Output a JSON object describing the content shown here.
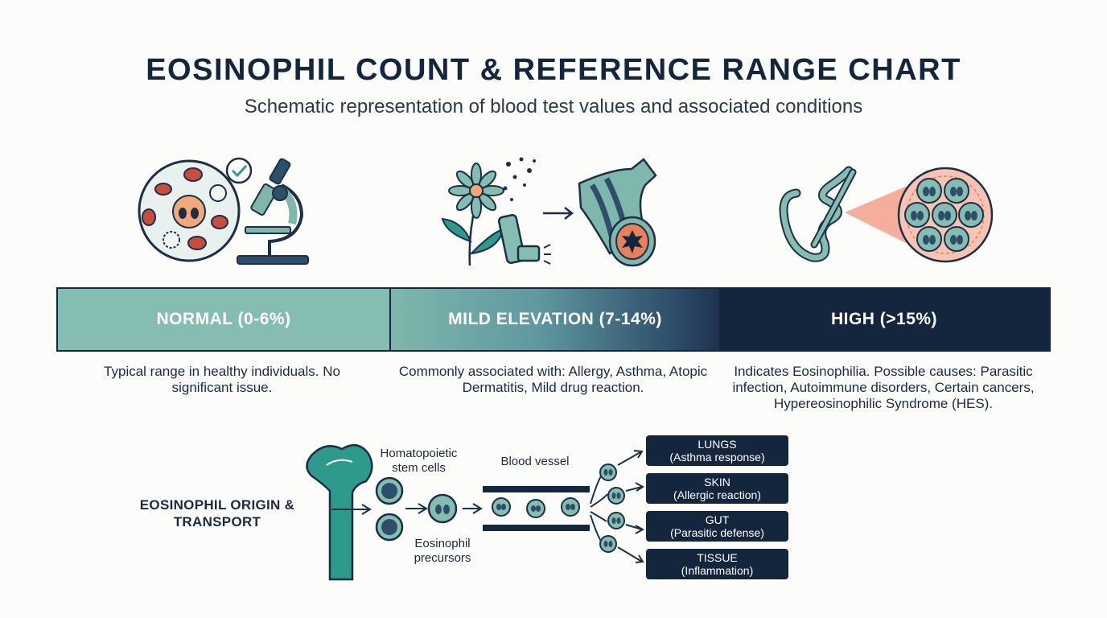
{
  "header": {
    "title": "EOSINOPHIL COUNT & REFERENCE RANGE CHART",
    "subtitle": "Schematic representation of blood test values and associated conditions"
  },
  "icons": [
    "blood-smear-icon",
    "microscope-icon",
    "checkmark-icon",
    "flower-icon",
    "inhaler-icon",
    "arrow-icon",
    "airway-icon",
    "parasitic-worm-icon",
    "eosinophil-cluster-icon",
    "bone-icon",
    "stem-cell-icon",
    "eosinophil-icon"
  ],
  "colors": {
    "normal": "#86bdb2",
    "high": "#13263d",
    "teal": "#2e9a8c",
    "blood_red": "#c94d3e"
  },
  "ranges": [
    {
      "label": "NORMAL (0-6%)",
      "description": "Typical range in healthy individuals. No significant issue."
    },
    {
      "label": "MILD ELEVATION (7-14%)",
      "description": "Commonly associated with: Allergy, Asthma, Atopic Dermatitis, Mild drug reaction."
    },
    {
      "label": "HIGH (>15%)",
      "description": "Indicates Eosinophilia. Possible causes: Parasitic infection, Autoimmune disorders, Certain cancers, Hypereosinophilic Syndrome (HES)."
    }
  ],
  "origin": {
    "title": "EOSINOPHIL ORIGIN & TRANSPORT",
    "stem_label": "Homatopoietic stem cells",
    "precursor_label": "Eosinophil precursors",
    "vessel_label": "Blood vessel",
    "destinations": [
      {
        "name": "LUNGS",
        "detail": "(Asthma response)"
      },
      {
        "name": "SKIN",
        "detail": "(Allergic reaction)"
      },
      {
        "name": "GUT",
        "detail": "(Parasitic defense)"
      },
      {
        "name": "TISSUE",
        "detail": "(Inflammation)"
      }
    ]
  }
}
